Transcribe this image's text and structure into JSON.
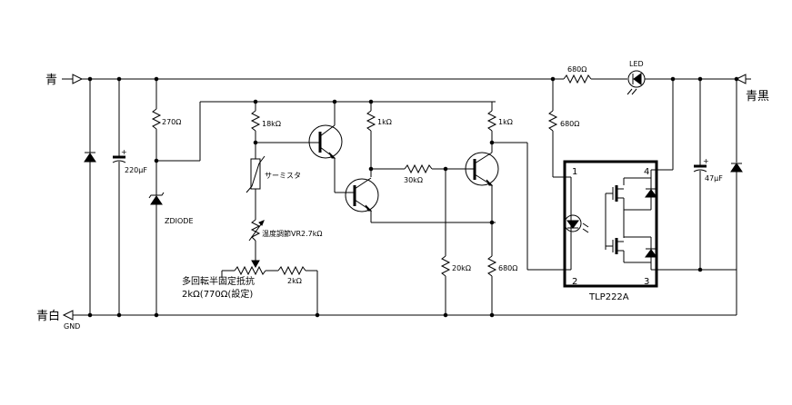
{
  "terminals": {
    "blue": "青",
    "blue_white": "青白",
    "gnd": "GND",
    "blue_black": "青黒"
  },
  "components": {
    "r270": "270Ω",
    "c220": "220μF",
    "zdiode": "ZDIODE",
    "r18k": "18kΩ",
    "thermistor": "サーミスタ",
    "vr": "温度調節VR2.7kΩ",
    "multi_turn_1": "多回転半固定抵抗",
    "multi_turn_2": "2kΩ(770Ω(設定)",
    "r2k": "2kΩ",
    "r1k_a": "1kΩ",
    "r30k": "30kΩ",
    "r1k_b": "1kΩ",
    "r20k": "20kΩ",
    "r680_low": "680Ω",
    "r680_top": "680Ω",
    "r680_mid": "680Ω",
    "led": "LED",
    "c47": "47μF",
    "ic": "TLP222A",
    "pin1": "1",
    "pin2": "2",
    "pin3": "3",
    "pin4": "4"
  }
}
